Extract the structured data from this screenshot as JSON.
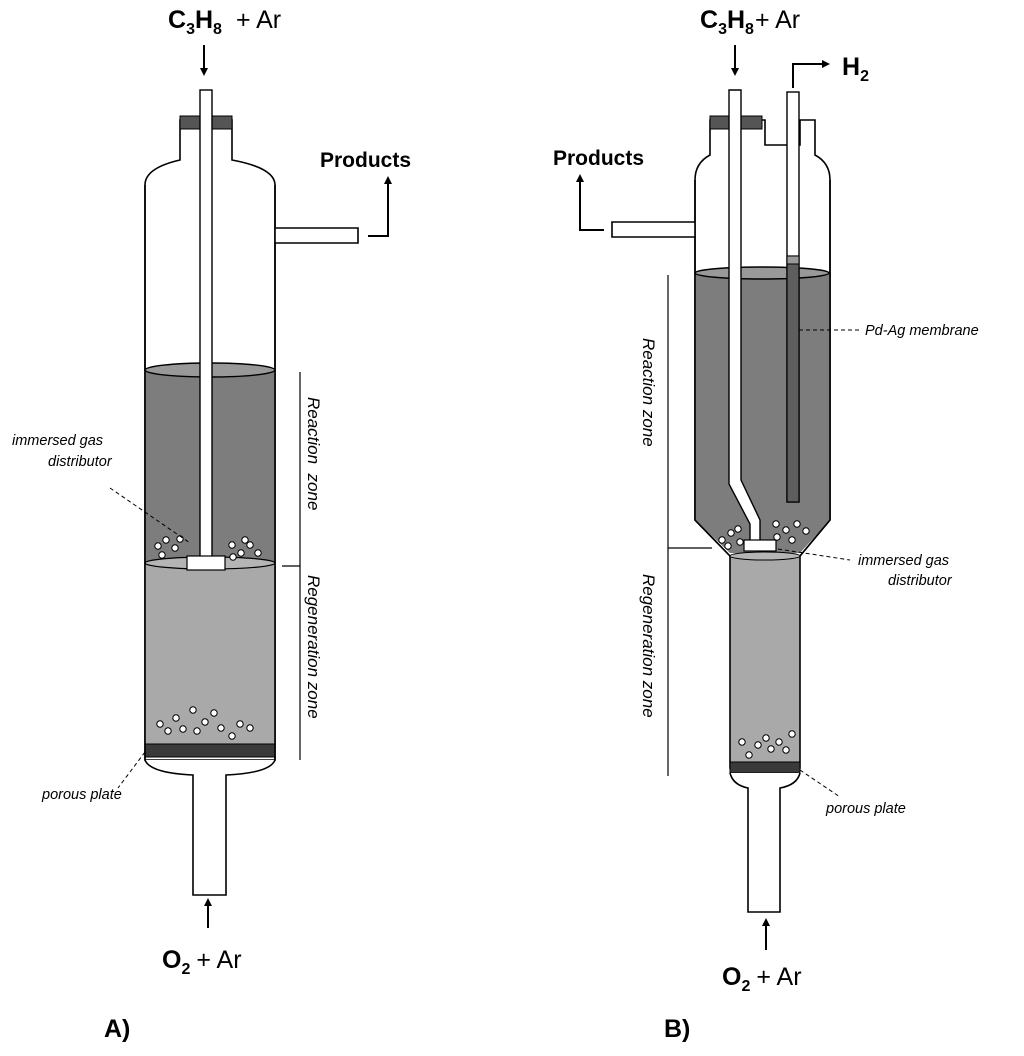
{
  "reactor_a": {
    "feed_top": {
      "formula": "C",
      "sub1": "3",
      "mid": "H",
      "sub2": "8",
      "suffix": "+ Ar"
    },
    "feed_bottom": {
      "formula": "O",
      "sub": "2",
      "suffix": "+ Ar"
    },
    "products": "Products",
    "distributor": [
      "immersed gas",
      "distributor"
    ],
    "porous_plate": "porous plate",
    "reaction_zone": "Reaction  zone",
    "regeneration_zone": "Regeneration zone",
    "panel_label": "A)"
  },
  "reactor_b": {
    "feed_top": {
      "formula": "C",
      "sub1": "3",
      "mid": "H",
      "sub2": "8",
      "suffix": "+ Ar"
    },
    "hydrogen": {
      "formula": "H",
      "sub": "2"
    },
    "feed_bottom": {
      "formula": "O",
      "sub": "2",
      "suffix": "+ Ar"
    },
    "products": "Products",
    "membrane": "Pd-Ag membrane",
    "distributor": [
      "immersed gas",
      "distributor"
    ],
    "porous_plate": "porous plate",
    "reaction_zone": "Reaction zone",
    "regeneration_zone": "Regeneration zone",
    "panel_label": "B)"
  },
  "colors": {
    "reaction_bed": "#7d7d7d",
    "regeneration_bed": "#a9a9a9",
    "porous_plate": "#3a3a3a",
    "outline": "#000000",
    "glass": "#ffffff"
  }
}
